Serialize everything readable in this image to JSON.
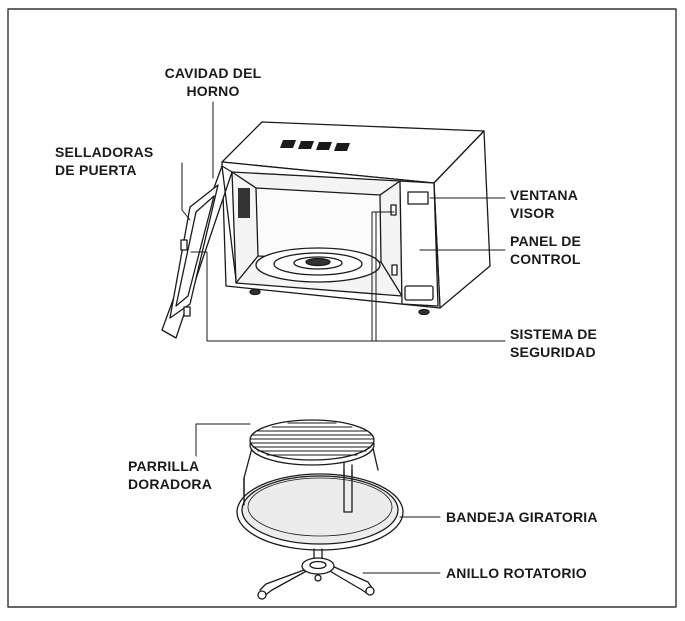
{
  "labels": {
    "cavity_line1": "CAVIDAD DEL",
    "cavity_line2": "HORNO",
    "seals_line1": "SELLADORAS",
    "seals_line2": "DE PUERTA",
    "window_line1": "VENTANA",
    "window_line2": "VISOR",
    "panel_line1": "PANEL DE",
    "panel_line2": "CONTROL",
    "safety_line1": "SISTEMA DE",
    "safety_line2": "SEGURIDAD",
    "rack_line1": "PARRILLA",
    "rack_line2": "DORADORA",
    "tray": "BANDEJA GIRATORIA",
    "ring": "ANILLO ROTATORIO"
  },
  "colors": {
    "line": "#1a1a1a",
    "frame": "#333333",
    "tray_fill": "#ececec",
    "interior_fill": "#f4f4f4"
  }
}
